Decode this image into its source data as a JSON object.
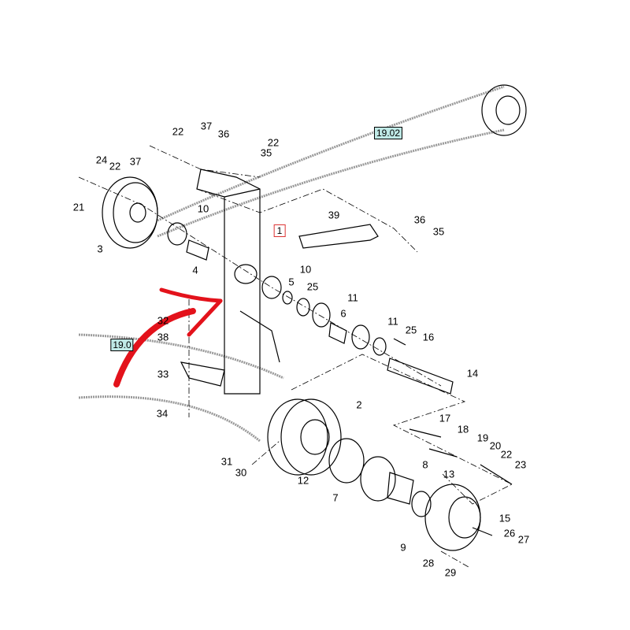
{
  "diagram": {
    "main_part_label": "1",
    "reference_labels": [
      "19.02",
      "19.0"
    ],
    "callouts": [
      "22",
      "37",
      "36",
      "37",
      "22",
      "35",
      "24",
      "22",
      "21",
      "10",
      "3",
      "4",
      "39",
      "36",
      "35",
      "10",
      "5",
      "25",
      "11",
      "6",
      "11",
      "25",
      "16",
      "14",
      "32",
      "38",
      "33",
      "34",
      "2",
      "17",
      "18",
      "19",
      "20",
      "22",
      "23",
      "31",
      "30",
      "12",
      "8",
      "13",
      "7",
      "15",
      "26",
      "27",
      "9",
      "28",
      "29"
    ],
    "colors": {
      "line": "#000000",
      "reference_fill": "#bfe9e6",
      "highlight_arrow": "#e3121b",
      "main_box": "#dd3333"
    }
  }
}
